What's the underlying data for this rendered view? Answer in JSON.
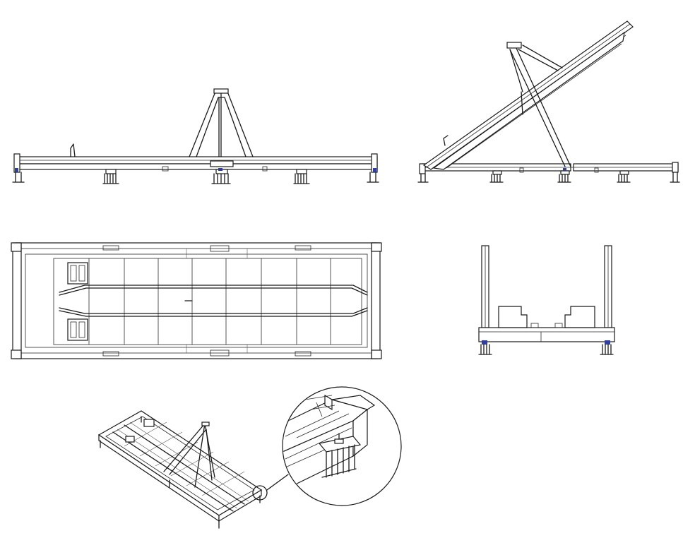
{
  "colors": {
    "line": "#1a1a1a",
    "background": "#ffffff",
    "accent": "#2f3f9a"
  },
  "views": [
    {
      "id": "side-view-flat"
    },
    {
      "id": "side-view-tilted"
    },
    {
      "id": "top-view"
    },
    {
      "id": "end-view"
    },
    {
      "id": "isometric-view"
    },
    {
      "id": "detail-callout"
    }
  ]
}
